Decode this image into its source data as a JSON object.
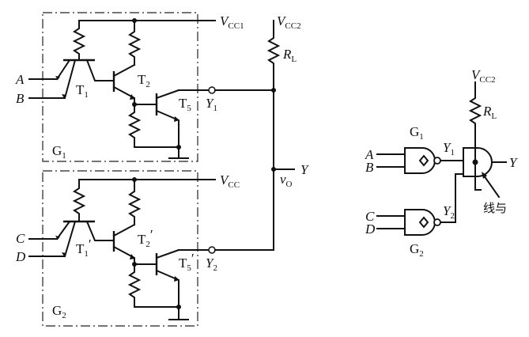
{
  "labels": {
    "vcc1": "V",
    "vcc1_sub": "CC1",
    "vcc2": "V",
    "vcc2_sub": "CC2",
    "vcc": "V",
    "vcc_sub": "CC",
    "rl": "R",
    "rl_sub": "L",
    "input_a": "A",
    "input_b": "B",
    "input_c": "C",
    "input_d": "D",
    "t1": "T",
    "t1_sub": "1",
    "t2": "T",
    "t2_sub": "2",
    "t5": "T",
    "t5_sub": "5",
    "t1p": "T",
    "t1p_sub": "1",
    "t2p": "T",
    "t2p_sub": "2",
    "t5p": "T",
    "t5p_sub": "5",
    "prime": "′",
    "y1": "Y",
    "y1_sub": "1",
    "y2": "Y",
    "y2_sub": "2",
    "g1": "G",
    "g1_sub": "1",
    "g2": "G",
    "g2_sub": "2",
    "vo": "v",
    "vo_sub": "O",
    "y_out": "Y",
    "logic_vcc2": "V",
    "logic_vcc2_sub": "CC2",
    "logic_rl": "R",
    "logic_rl_sub": "L",
    "logic_g1": "G",
    "logic_g1_sub": "1",
    "logic_g2": "G",
    "logic_g2_sub": "2",
    "logic_y1": "Y",
    "logic_y1_sub": "1",
    "logic_y2": "Y",
    "logic_y2_sub": "2",
    "logic_a": "A",
    "logic_b": "B",
    "logic_c": "C",
    "logic_d": "D",
    "logic_y": "Y",
    "wired_and": "线与"
  }
}
